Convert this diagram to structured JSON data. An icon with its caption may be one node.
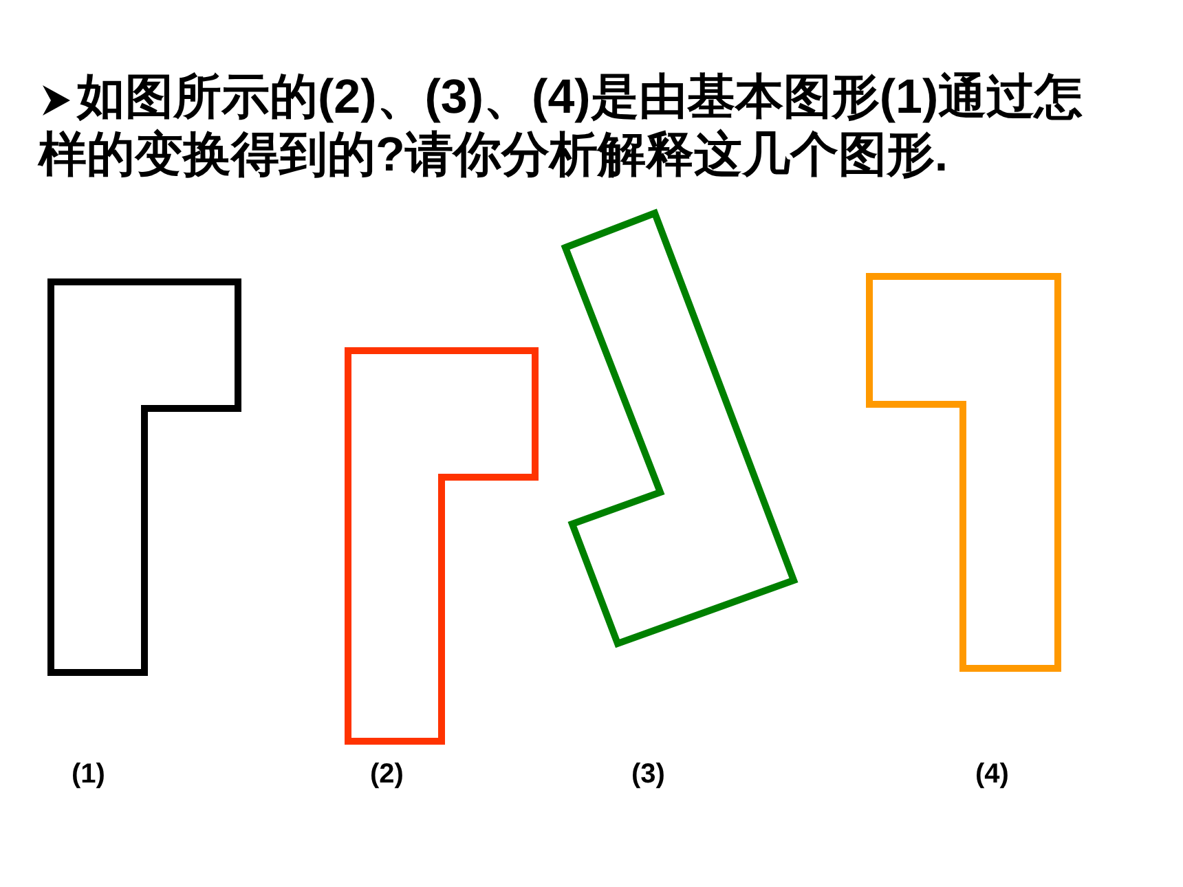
{
  "diagram": {
    "title": "如图所示的(2)、(3)、(4)是由基本图形(1)通过怎样的变换得到的?请你分析解释这几个图形.",
    "nodes": [
      {
        "text": [],
        "shape": "polygon"
      },
      {
        "text": [],
        "shape": "polygon"
      },
      {
        "text": [],
        "shape": "polygon"
      },
      {
        "text": [],
        "shape": "polygon"
      }
    ],
    "labels": [
      "(1)",
      "(2)",
      "(3)",
      "(4)"
    ]
  }
}
